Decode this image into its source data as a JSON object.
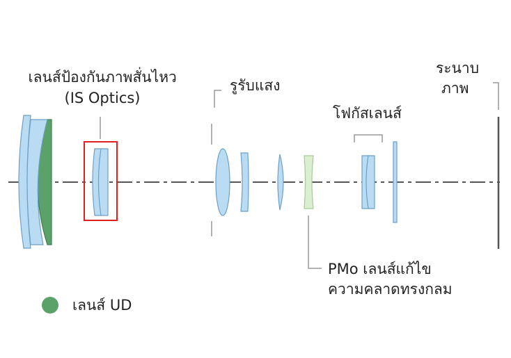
{
  "labels": {
    "is_optics_line1": "เลนส์ป้องกันภาพสั่นไหว",
    "is_optics_line2": "(IS Optics)",
    "aperture": "รูรับแสง",
    "image_plane_line1": "ระนาบ",
    "image_plane_line2": "ภาพ",
    "focus_lens": "โฟกัสเลนส์",
    "pmo_line1": "PMo เลนส์แก้ไข",
    "pmo_line2": "ความคลาดทรงกลม",
    "legend_ud": "เลนส์ UD"
  },
  "colors": {
    "lens_fill": "#b9dcf2",
    "lens_stroke": "#6d9fc7",
    "ud_fill": "#5aa26a",
    "ud_stroke": "#3e7f50",
    "pmo_fill": "#dbeed0",
    "pmo_stroke": "#a8c99a",
    "highlight_box": "#e02020",
    "axis": "#555555",
    "bracket": "#999999",
    "legend_dot": "#5aa26a"
  }
}
